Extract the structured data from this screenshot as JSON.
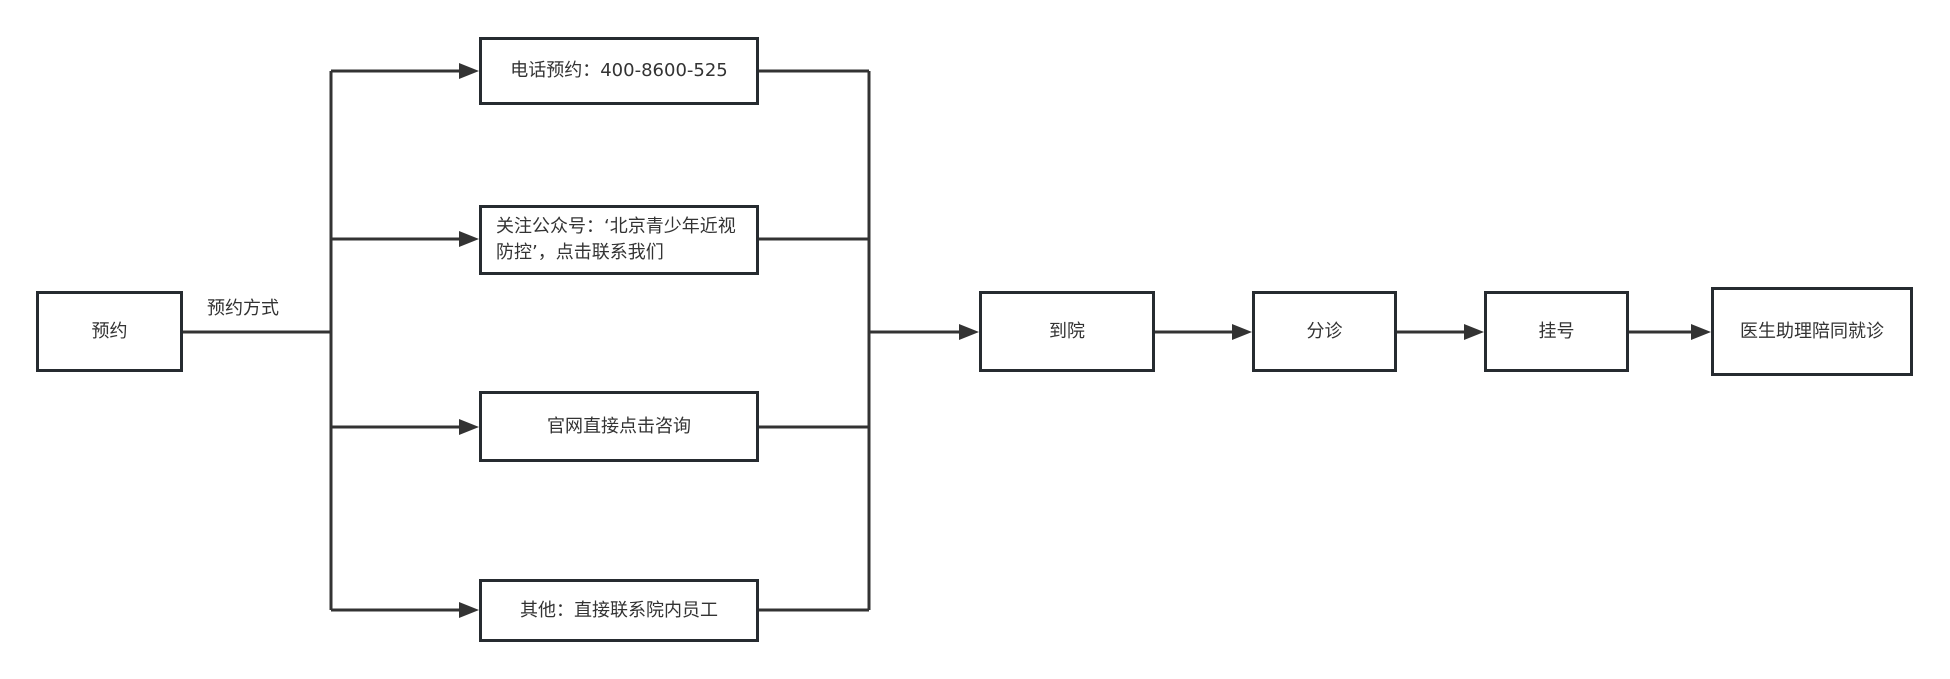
{
  "diagram": {
    "type": "flowchart",
    "colors": {
      "stroke": "#262b30",
      "text": "#333333",
      "background": "#ffffff"
    },
    "nodes": [
      {
        "id": "start",
        "label": "预约"
      },
      {
        "id": "phone",
        "label": "电话预约：400-8600-525"
      },
      {
        "id": "wechat",
        "label": "关注公众号：‘北京青少年近视防控’，点击联系我们"
      },
      {
        "id": "website",
        "label": "官网直接点击咨询"
      },
      {
        "id": "other",
        "label": "其他：直接联系院内员工"
      },
      {
        "id": "arrive",
        "label": "到院"
      },
      {
        "id": "triage",
        "label": "分诊"
      },
      {
        "id": "register",
        "label": "挂号"
      },
      {
        "id": "doctor",
        "label": "医生助理陪同就诊"
      }
    ],
    "edge_label": "预约方式",
    "edges": [
      {
        "from": "start",
        "to": "phone",
        "label": "预约方式"
      },
      {
        "from": "start",
        "to": "wechat",
        "label": "预约方式"
      },
      {
        "from": "start",
        "to": "website",
        "label": "预约方式"
      },
      {
        "from": "start",
        "to": "other",
        "label": "预约方式"
      },
      {
        "from": "phone",
        "to": "arrive"
      },
      {
        "from": "wechat",
        "to": "arrive"
      },
      {
        "from": "website",
        "to": "arrive"
      },
      {
        "from": "other",
        "to": "arrive"
      },
      {
        "from": "arrive",
        "to": "triage"
      },
      {
        "from": "triage",
        "to": "register"
      },
      {
        "from": "register",
        "to": "doctor"
      }
    ]
  }
}
